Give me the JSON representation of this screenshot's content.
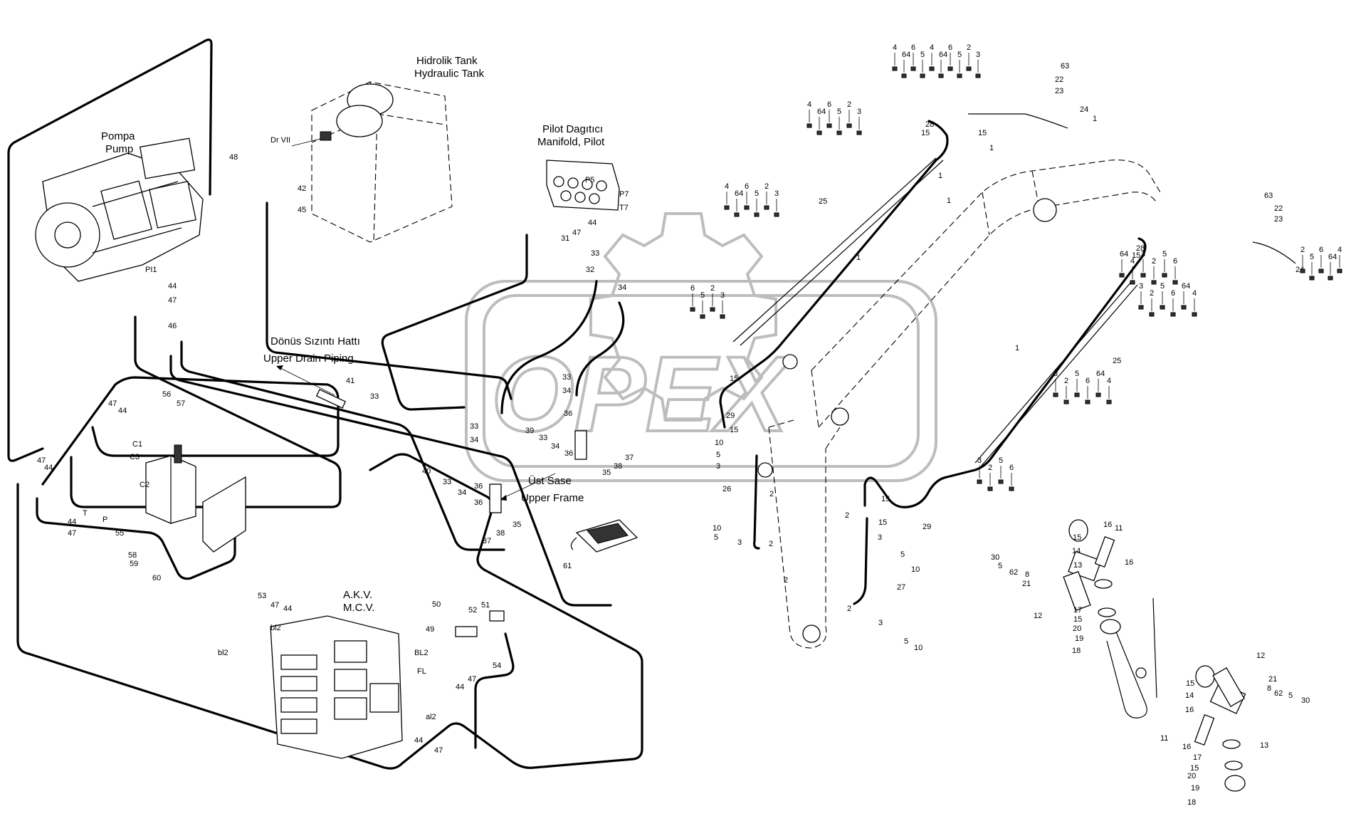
{
  "labels": {
    "pump_tr": "Pompa",
    "pump_en": "Pump",
    "tank_tr": "Hidrolik Tank",
    "tank_en": "Hydraulic Tank",
    "tank_port": "Dr VII",
    "manifold_tr": "Pilot Dagıtıcı",
    "manifold_en": "Manifold, Pilot",
    "drain_tr": "Dönüs Sızıntı Hattı",
    "drain_en": "Upper Drain Piping",
    "frame_tr": "Üst Sase",
    "frame_en": "Upper Frame",
    "mcv_tr": "A.K.V.",
    "mcv_en": "M.C.V.",
    "watermark": "OPEX"
  },
  "ports": {
    "p5": "P5",
    "p7": "P7",
    "t7": "T7",
    "pi1": "PI1",
    "c1": "C1",
    "c2": "C2",
    "c3": "C3",
    "p": "P",
    "t": "T",
    "bl2": "BL2",
    "fl": "FL",
    "bl2_lower": "bl2",
    "bl2_mid": "bl2",
    "al2": "al2"
  },
  "callouts": [
    {
      "id": "c1",
      "text": "48"
    },
    {
      "id": "c2",
      "text": "42"
    },
    {
      "id": "c3",
      "text": "45"
    },
    {
      "id": "c4",
      "text": "44"
    },
    {
      "id": "c5",
      "text": "47"
    },
    {
      "id": "c6",
      "text": "46"
    },
    {
      "id": "c7",
      "text": "44"
    },
    {
      "id": "c8",
      "text": "31"
    },
    {
      "id": "c9",
      "text": "47"
    },
    {
      "id": "c10",
      "text": "33"
    },
    {
      "id": "c11",
      "text": "32"
    },
    {
      "id": "c12",
      "text": "34"
    },
    {
      "id": "c13",
      "text": "33"
    },
    {
      "id": "c14",
      "text": "34"
    },
    {
      "id": "c15",
      "text": "41"
    },
    {
      "id": "c16",
      "text": "33"
    },
    {
      "id": "c17",
      "text": "33"
    },
    {
      "id": "c18",
      "text": "34"
    },
    {
      "id": "c19",
      "text": "39"
    },
    {
      "id": "c20",
      "text": "33"
    },
    {
      "id": "c21",
      "text": "34"
    },
    {
      "id": "c22",
      "text": "36"
    },
    {
      "id": "c23",
      "text": "36"
    },
    {
      "id": "c24",
      "text": "37"
    },
    {
      "id": "c25",
      "text": "38"
    },
    {
      "id": "c26",
      "text": "35"
    },
    {
      "id": "c27",
      "text": "40"
    },
    {
      "id": "c28",
      "text": "33"
    },
    {
      "id": "c29",
      "text": "34"
    },
    {
      "id": "c30",
      "text": "36"
    },
    {
      "id": "c31",
      "text": "36"
    },
    {
      "id": "c32",
      "text": "35"
    },
    {
      "id": "c33",
      "text": "37"
    },
    {
      "id": "c34",
      "text": "38"
    },
    {
      "id": "c35",
      "text": "61"
    },
    {
      "id": "c36",
      "text": "56"
    },
    {
      "id": "c37",
      "text": "57"
    },
    {
      "id": "c38",
      "text": "47"
    },
    {
      "id": "c39",
      "text": "44"
    },
    {
      "id": "c40",
      "text": "47"
    },
    {
      "id": "c41",
      "text": "44"
    },
    {
      "id": "c42",
      "text": "44"
    },
    {
      "id": "c43",
      "text": "47"
    },
    {
      "id": "c44",
      "text": "55"
    },
    {
      "id": "c45",
      "text": "58"
    },
    {
      "id": "c46",
      "text": "59"
    },
    {
      "id": "c47",
      "text": "60"
    },
    {
      "id": "c48",
      "text": "53"
    },
    {
      "id": "c49",
      "text": "47"
    },
    {
      "id": "c50",
      "text": "44"
    },
    {
      "id": "c51",
      "text": "50"
    },
    {
      "id": "c52",
      "text": "49"
    },
    {
      "id": "c53",
      "text": "52"
    },
    {
      "id": "c54",
      "text": "51"
    },
    {
      "id": "c55",
      "text": "54"
    },
    {
      "id": "c56",
      "text": "47"
    },
    {
      "id": "c57",
      "text": "44"
    },
    {
      "id": "c58",
      "text": "44"
    },
    {
      "id": "c59",
      "text": "47"
    },
    {
      "id": "c60",
      "text": "25"
    },
    {
      "id": "c61",
      "text": "25"
    },
    {
      "id": "c62",
      "text": "28"
    },
    {
      "id": "c63",
      "text": "15"
    },
    {
      "id": "c64",
      "text": "15"
    },
    {
      "id": "c65",
      "text": "1"
    },
    {
      "id": "c66",
      "text": "24"
    },
    {
      "id": "c67",
      "text": "1"
    },
    {
      "id": "c68",
      "text": "63"
    },
    {
      "id": "c69",
      "text": "22"
    },
    {
      "id": "c70",
      "text": "23"
    },
    {
      "id": "c71",
      "text": "1"
    },
    {
      "id": "c72",
      "text": "15"
    },
    {
      "id": "c73",
      "text": "29"
    },
    {
      "id": "c74",
      "text": "15"
    },
    {
      "id": "c75",
      "text": "26"
    },
    {
      "id": "c76",
      "text": "27"
    },
    {
      "id": "c77",
      "text": "29"
    },
    {
      "id": "c78",
      "text": "15"
    },
    {
      "id": "c79",
      "text": "15"
    },
    {
      "id": "c80",
      "text": "28"
    },
    {
      "id": "c81",
      "text": "15"
    },
    {
      "id": "c82",
      "text": "63"
    },
    {
      "id": "c83",
      "text": "22"
    },
    {
      "id": "c84",
      "text": "23"
    },
    {
      "id": "c85",
      "text": "24"
    },
    {
      "id": "c86",
      "text": "1"
    },
    {
      "id": "c87",
      "text": "1"
    },
    {
      "id": "c88",
      "text": "1"
    },
    {
      "id": "c89",
      "text": "2"
    },
    {
      "id": "c90",
      "text": "2"
    },
    {
      "id": "c91",
      "text": "2"
    },
    {
      "id": "c92",
      "text": "2"
    },
    {
      "id": "c93",
      "text": "2"
    },
    {
      "id": "c94",
      "text": "30"
    },
    {
      "id": "c95",
      "text": "5"
    },
    {
      "id": "c96",
      "text": "62"
    },
    {
      "id": "c97",
      "text": "8"
    },
    {
      "id": "c98",
      "text": "21"
    },
    {
      "id": "c99",
      "text": "12"
    },
    {
      "id": "c100",
      "text": "15"
    },
    {
      "id": "c101",
      "text": "14"
    },
    {
      "id": "c102",
      "text": "13"
    },
    {
      "id": "c103",
      "text": "16"
    },
    {
      "id": "c104",
      "text": "11"
    },
    {
      "id": "c105",
      "text": "16"
    },
    {
      "id": "c106",
      "text": "17"
    },
    {
      "id": "c107",
      "text": "15"
    },
    {
      "id": "c108",
      "text": "20"
    },
    {
      "id": "c109",
      "text": "19"
    },
    {
      "id": "c110",
      "text": "18"
    },
    {
      "id": "c111",
      "text": "12"
    },
    {
      "id": "c112",
      "text": "21"
    },
    {
      "id": "c113",
      "text": "8"
    },
    {
      "id": "c114",
      "text": "62"
    },
    {
      "id": "c115",
      "text": "5"
    },
    {
      "id": "c116",
      "text": "30"
    },
    {
      "id": "c117",
      "text": "15"
    },
    {
      "id": "c118",
      "text": "14"
    },
    {
      "id": "c119",
      "text": "16"
    },
    {
      "id": "c120",
      "text": "11"
    },
    {
      "id": "c121",
      "text": "16"
    },
    {
      "id": "c122",
      "text": "17"
    },
    {
      "id": "c123",
      "text": "15"
    },
    {
      "id": "c124",
      "text": "20"
    },
    {
      "id": "c125",
      "text": "19"
    },
    {
      "id": "c126",
      "text": "18"
    },
    {
      "id": "c127",
      "text": "13"
    },
    {
      "id": "c128",
      "text": "10"
    },
    {
      "id": "c129",
      "text": "5"
    },
    {
      "id": "c130",
      "text": "3"
    },
    {
      "id": "c131",
      "text": "10"
    },
    {
      "id": "c132",
      "text": "5"
    },
    {
      "id": "c133",
      "text": "3"
    },
    {
      "id": "c134",
      "text": "3"
    },
    {
      "id": "c135",
      "text": "5"
    },
    {
      "id": "c136",
      "text": "10"
    },
    {
      "id": "c137",
      "text": "3"
    },
    {
      "id": "c138",
      "text": "5"
    },
    {
      "id": "c139",
      "text": "10"
    }
  ],
  "bolt_groups": [
    {
      "id": "g1",
      "nums": [
        "4",
        "64",
        "6",
        "5",
        "4",
        "64",
        "6",
        "5",
        "2",
        "3"
      ]
    },
    {
      "id": "g2",
      "nums": [
        "4",
        "64",
        "6",
        "5",
        "2",
        "3"
      ]
    },
    {
      "id": "g3",
      "nums": [
        "4",
        "64",
        "6",
        "5",
        "2",
        "3"
      ]
    },
    {
      "id": "g4",
      "nums": [
        "6",
        "5",
        "2",
        "3"
      ]
    },
    {
      "id": "g5",
      "nums": [
        "3",
        "2",
        "5",
        "6",
        "64",
        "4"
      ]
    },
    {
      "id": "g6",
      "nums": [
        "3",
        "2",
        "5",
        "6",
        "64",
        "4"
      ]
    },
    {
      "id": "g7",
      "nums": [
        "3",
        "2",
        "5",
        "6"
      ]
    },
    {
      "id": "g8",
      "nums": [
        "2",
        "5",
        "6",
        "64",
        "4"
      ]
    },
    {
      "id": "g9",
      "nums": [
        "64",
        "4",
        "3",
        "2",
        "5",
        "6"
      ]
    }
  ]
}
